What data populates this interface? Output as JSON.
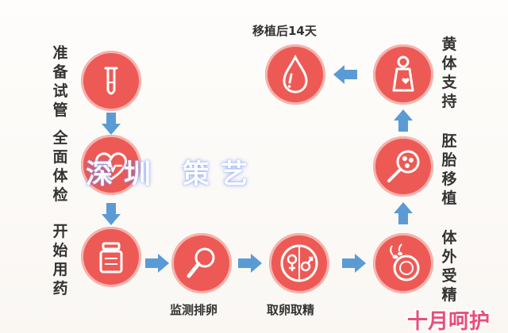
{
  "colors": {
    "node": "#ed5a55",
    "ring": "#f6b3ae",
    "arrow": "#5b9bd5",
    "icon": "#ffffff",
    "text": "#333333",
    "brand": "#e84e7a"
  },
  "steps": [
    {
      "label": "准备试管",
      "icon": "test-tube-icon"
    },
    {
      "label": "全面体检",
      "icon": "heart-icon"
    },
    {
      "label": "开始用药",
      "icon": "medicine-bottle-icon"
    },
    {
      "label": "监测排卵",
      "icon": "magnifier-icon"
    },
    {
      "label": "取卵取精",
      "icon": "gender-symbols-icon"
    },
    {
      "label": "体外受精",
      "icon": "sperm-egg-icon"
    },
    {
      "label": "胚胎移植",
      "icon": "embryo-icon"
    },
    {
      "label": "黄体支持",
      "icon": "pregnant-woman-icon"
    },
    {
      "label": "移植后14天",
      "icon": "blood-drop-icon"
    }
  ],
  "watermark": "深圳     策艺",
  "brand": "十月呵护"
}
